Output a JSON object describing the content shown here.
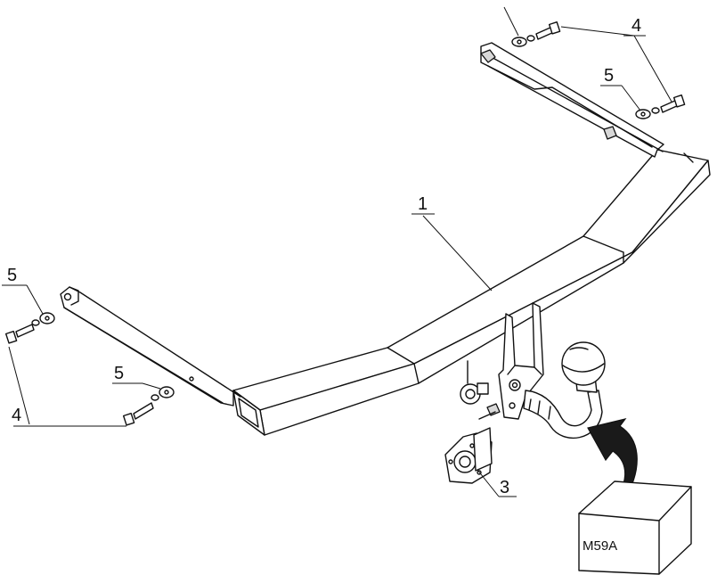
{
  "callouts": {
    "part1": "1",
    "part3": "3",
    "part4_top": "4",
    "part4_left": "4",
    "part5_top": "5",
    "part5_left_upper": "5",
    "part5_left_lower": "5"
  },
  "code_box": {
    "label": "M59A"
  }
}
